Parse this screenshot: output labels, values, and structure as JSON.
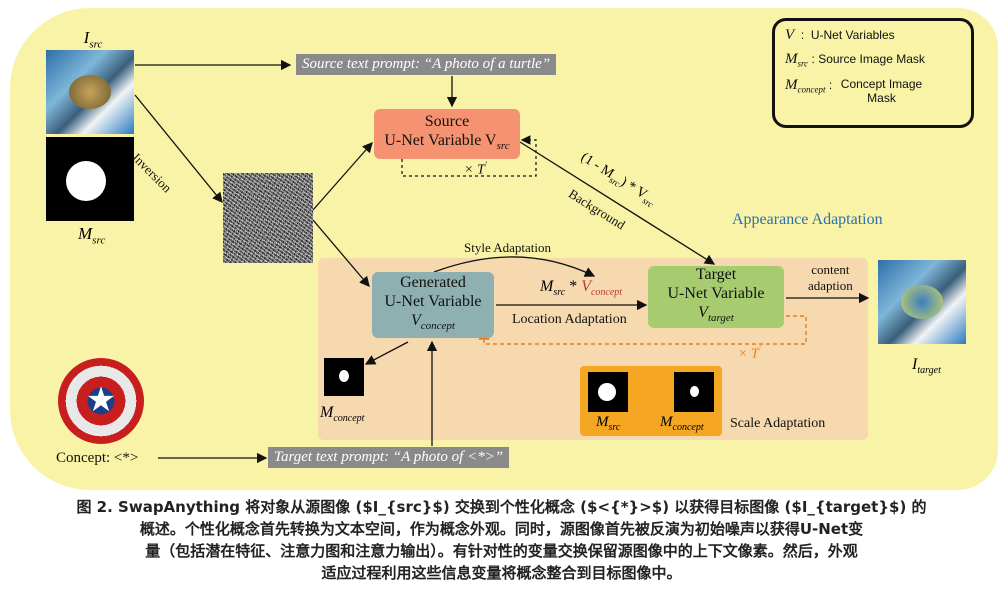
{
  "labels": {
    "i_src": "I",
    "i_src_sub": "src",
    "m_src_left": "M",
    "m_src_left_sub": "src",
    "inversion": "Inversion",
    "background": "Background",
    "bg_formula": "(1 - M",
    "bg_formula_sub": "src",
    "bg_formula_tail": ") * V",
    "bg_formula_tail_sub": "src",
    "times_t_top": "× T",
    "times_t_right": "× T",
    "style_adaptation": "Style Adaptation",
    "location_adaptation": "Location Adaptation",
    "m_src_formula": "M",
    "m_src_formula_sub": "src",
    "star": " * ",
    "v_concept_red": "V",
    "v_concept_red_sub": "concept",
    "content_adaptation": "content\nadaption",
    "appearance_adaptation": "Appearance Adaptation",
    "i_target": "I",
    "i_target_sub": "target",
    "m_concept": "M",
    "m_concept_sub": "concept",
    "scale_m_src": "M",
    "scale_m_src_sub": "src",
    "scale_m_concept": "M",
    "scale_m_concept_sub": "concept",
    "scale_adaptation": "Scale Adaptation",
    "concept": "Concept: <*>"
  },
  "boxes": {
    "source_line1": "Source",
    "source_line2": "U-Net Variable V",
    "source_sub": "src",
    "generated_line1": "Generated",
    "generated_line2": "U-Net Variable",
    "generated_line3": "V",
    "generated_sub": "concept",
    "target_line1": "Target",
    "target_line2": "U-Net Variable",
    "target_line3": "V",
    "target_sub": "target"
  },
  "prompts": {
    "source": "Source text prompt: “A photo of a turtle”",
    "target": "Target text prompt: “A photo of <*>”"
  },
  "legend": {
    "v_sym": "V",
    "v_text": "U-Net Variables",
    "msrc_sym": "M",
    "msrc_sub": "src",
    "msrc_text": "Source Image Mask",
    "mconcept_sym": "M",
    "mconcept_sub": "concept",
    "mconcept_text": "Concept Image Mask"
  },
  "caption": {
    "line1": "图 2. SwapAnything 将对象从源图像 ($I_{src}$) 交换到个性化概念 ($<{*}>$) 以获得目标图像 ($I_{target}$) 的",
    "line2": "概述。个性化概念首先转换为文本空间，作为概念外观。同时，源图像首先被反演为初始噪声以获得U-Net变",
    "line3": "量（包括潜在特征、注意力图和注意力输出）。有针对性的变量交换保留源图像中的上下文像素。然后，外观",
    "line4": "适应过程利用这些信息变量将概念整合到目标图像中。"
  },
  "colors": {
    "background": "#f8f3a6",
    "inner_panel": "#f6d9ae",
    "source_box": "#f59271",
    "generated_box": "#8fb0b0",
    "target_box": "#a6cc6f",
    "scale_box": "#f5a623",
    "appearance_text": "#2d6fb0",
    "concept_red": "#c0392b",
    "dashed_orange": "#e67e22"
  }
}
